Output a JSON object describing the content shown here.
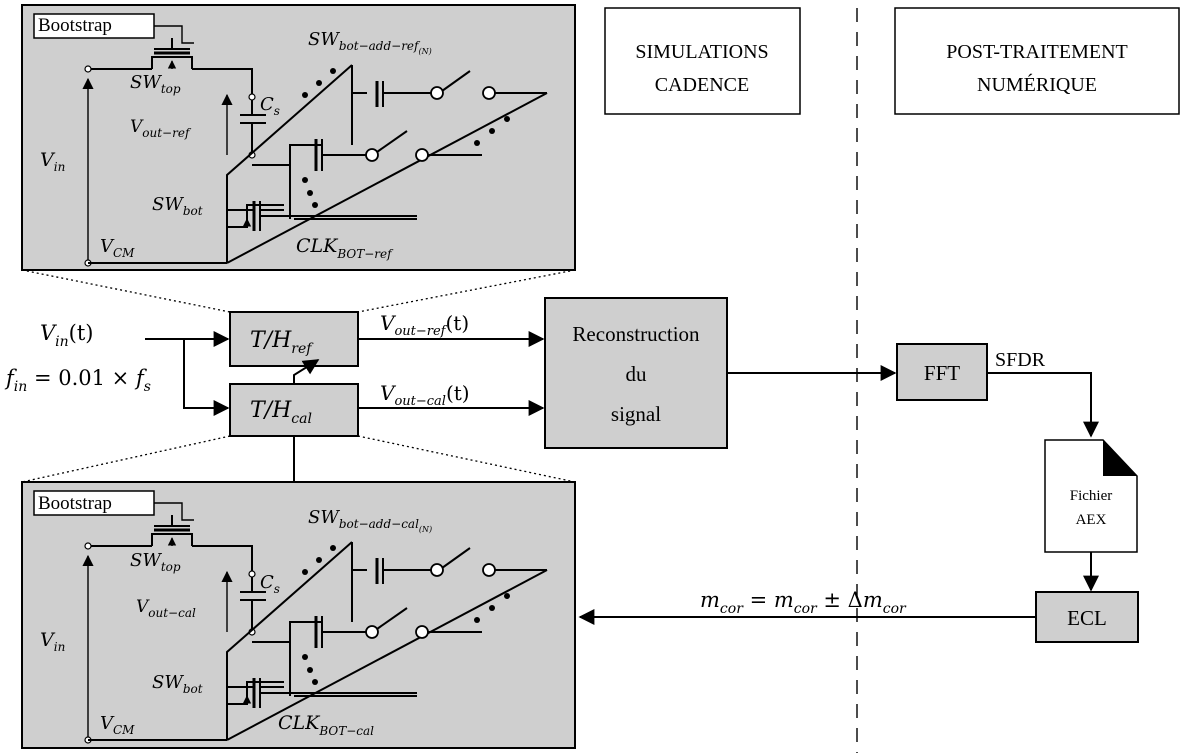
{
  "sections": {
    "simulations": [
      "SIMULATIONS",
      "CADENCE"
    ],
    "post_processing": [
      "POST-TRAITEMENT",
      "NUMÉRIQUE"
    ]
  },
  "input": {
    "vin_t": "V_in(t)",
    "fin": "f_in = 0.01 × f_s"
  },
  "blocks": {
    "th_ref": "T/H_ref",
    "th_cal": "T/H_cal",
    "reconstruction": [
      "Reconstruction",
      "du",
      "signal"
    ],
    "fft": "FFT",
    "file": [
      "Fichier",
      "AEX"
    ],
    "ecl": "ECL"
  },
  "signals": {
    "vout_ref_t": "V_out-ref(t)",
    "vout_cal_t": "V_out-cal(t)",
    "sfdr": "SFDR",
    "mcor": "m_cor = m_cor ± Δm_cor"
  },
  "top_panel": {
    "bootstrap": "Bootstrap",
    "sw_top": "SW_top",
    "sw_bot": "SW_bot",
    "cs": "C_s",
    "vin": "V_in",
    "vcm": "V_CM",
    "vout": "V_out-ref",
    "sw_add": "SW_bot-add-ref_(N)",
    "clk": "CLK_BOT-ref"
  },
  "bottom_panel": {
    "bootstrap": "Bootstrap",
    "sw_top": "SW_top",
    "sw_bot": "SW_bot",
    "cs": "C_s",
    "vin": "V_in",
    "vcm": "V_CM",
    "vout": "V_out-cal",
    "sw_add": "SW_bot-add-cal_(N)",
    "clk": "CLK_BOT-cal"
  },
  "colors": {
    "block_fill": "#cfcfcf",
    "line": "#000000",
    "background": "#ffffff"
  }
}
